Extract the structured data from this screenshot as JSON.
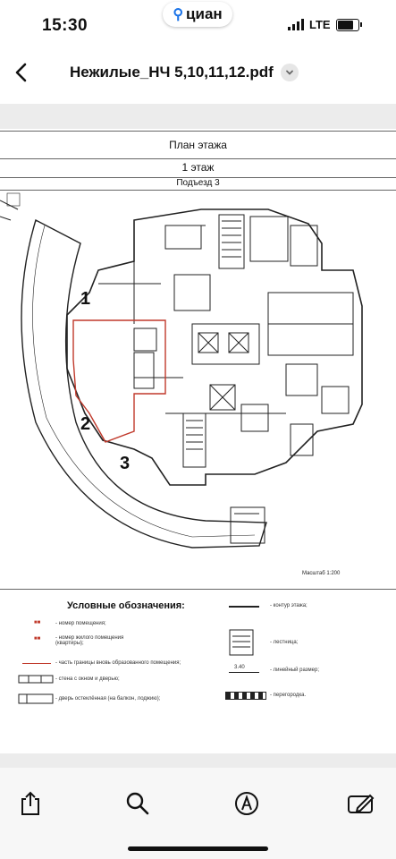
{
  "status": {
    "time": "15:30",
    "app_badge": "циан",
    "network": "LTE"
  },
  "nav": {
    "title": "Нежилые_НЧ 5,10,11,12.pdf"
  },
  "document": {
    "header": {
      "plan_title": "План этажа",
      "floor": "1 этаж",
      "entrance": "Подъезд 3"
    },
    "scale": "Масштаб 1:200",
    "marks": [
      "1",
      "2",
      "3"
    ],
    "legend": {
      "title": "Условные обозначения:",
      "items": [
        "- номер помещения;",
        "- номер жилого помещения (квартиры);",
        "- часть границы вновь образованного помещения;",
        "- стена с окном и дверью;",
        "- дверь остеклённая (на балкон, лоджию);",
        "- контур этажа;",
        "- лестница;",
        "- линейный размер;",
        "- перегородка."
      ],
      "dimension_example": "3.40"
    }
  },
  "toolbar": {
    "share": "share-icon",
    "search": "search-icon",
    "markup": "markup-icon",
    "edit": "edit-icon"
  }
}
